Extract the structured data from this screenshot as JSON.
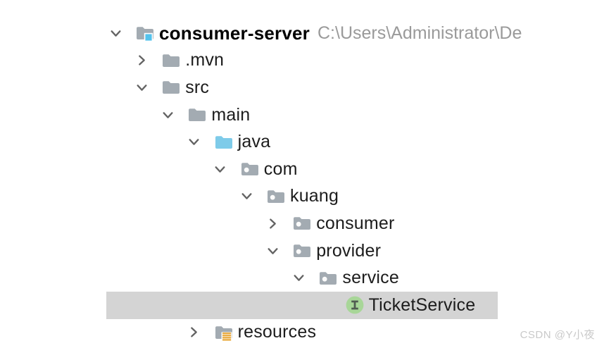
{
  "colors": {
    "text": "#1c1c1c",
    "path_gray": "#9a9a9a",
    "chevron": "#646464",
    "folder_gray": "#a3abb2",
    "java_folder_blue": "#7ecbe9",
    "root_badge_blue": "#54c2ec",
    "resources_yellow": "#e9a93c",
    "interface_green": "#a8d698",
    "interface_letter": "#515c51",
    "selection_gray": "#d4d4d4",
    "watermark_gray": "#c9c9c9",
    "background": "#ffffff"
  },
  "tree": {
    "rows": [
      {
        "id": "consumer-server",
        "label": "consumer-server",
        "path_suffix": "C:\\Users\\Administrator\\De",
        "level": 0,
        "chevron": "expanded",
        "icon": "project-root-folder-icon",
        "bold": true,
        "selected": false
      },
      {
        "id": "mvn",
        "label": ".mvn",
        "level": 1,
        "chevron": "collapsed",
        "icon": "folder-icon",
        "bold": false,
        "selected": false
      },
      {
        "id": "src",
        "label": "src",
        "level": 1,
        "chevron": "expanded",
        "icon": "folder-icon",
        "bold": false,
        "selected": false
      },
      {
        "id": "main",
        "label": "main",
        "level": 2,
        "chevron": "expanded",
        "icon": "folder-icon",
        "bold": false,
        "selected": false
      },
      {
        "id": "java",
        "label": "java",
        "level": 3,
        "chevron": "expanded",
        "icon": "source-root-folder-icon",
        "bold": false,
        "selected": false
      },
      {
        "id": "com",
        "label": "com",
        "level": 4,
        "chevron": "expanded",
        "icon": "package-icon",
        "bold": false,
        "selected": false
      },
      {
        "id": "kuang",
        "label": "kuang",
        "level": 5,
        "chevron": "expanded",
        "icon": "package-icon",
        "bold": false,
        "selected": false
      },
      {
        "id": "consumer",
        "label": "consumer",
        "level": 6,
        "chevron": "collapsed",
        "icon": "package-icon",
        "bold": false,
        "selected": false
      },
      {
        "id": "provider",
        "label": "provider",
        "level": 6,
        "chevron": "expanded",
        "icon": "package-icon",
        "bold": false,
        "selected": false
      },
      {
        "id": "service",
        "label": "service",
        "level": 7,
        "chevron": "expanded",
        "icon": "package-icon",
        "bold": false,
        "selected": false
      },
      {
        "id": "ticketservice",
        "label": "TicketService",
        "level": 8,
        "chevron": "none",
        "icon": "interface-icon",
        "bold": false,
        "selected": true
      },
      {
        "id": "resources",
        "label": "resources",
        "level": 3,
        "chevron": "collapsed",
        "icon": "resources-root-folder-icon",
        "bold": false,
        "selected": false
      }
    ]
  },
  "watermark": {
    "text": "CSDN @Y小夜"
  }
}
